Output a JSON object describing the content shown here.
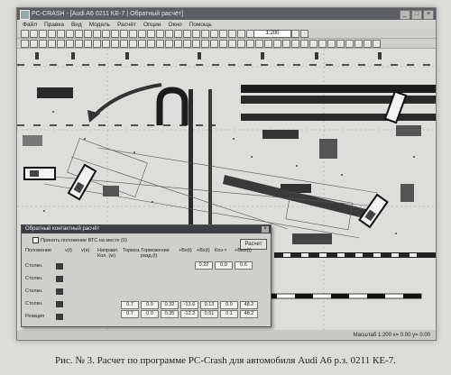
{
  "window": {
    "title": "PC-CRASH - [Audi A6 0211 KE-7 | Обратный расчёт]",
    "buttons": [
      "_",
      "□",
      "×"
    ]
  },
  "menu": [
    "Файл",
    "Правка",
    "Вид",
    "Модель",
    "Расчёт",
    "Опции",
    "Окно",
    "Помощь"
  ],
  "toolbar": {
    "scale": "1:200"
  },
  "dialog": {
    "title": "Обратный контактный расчёт",
    "close": "×",
    "checkbox_label": "Принять положение ВТС на месте (0)",
    "calc_button": "Расчет",
    "columns": [
      "Положение",
      "v(t)",
      "v(e)",
      "Направл. Кол. (w)",
      "Тормоз.",
      "Торможение разд.(t)",
      "+Вх(t)",
      "+Вх(t)",
      "Коэ-т",
      "+Вых(t)"
    ],
    "rows": [
      "Столкн.",
      "Столкн.",
      "Столкн.",
      "Столкн.",
      "Реакция"
    ],
    "cells": [
      "0.22",
      "0.0",
      "0.6",
      "0.7",
      "0.0",
      "0.32",
      "0.7",
      "0.0",
      "0.35",
      "-13.6",
      "0.13",
      "0.0",
      "48.2",
      "-12.2",
      "0.51",
      "0.1",
      "48.2"
    ]
  },
  "status": "Масштаб 1:200  x= 0.00 y= 0.00",
  "caption": "Рис. № 3. Расчет по программе PC-Crash для автомобиля Audi A6 р.з. 0211 КЕ-7."
}
